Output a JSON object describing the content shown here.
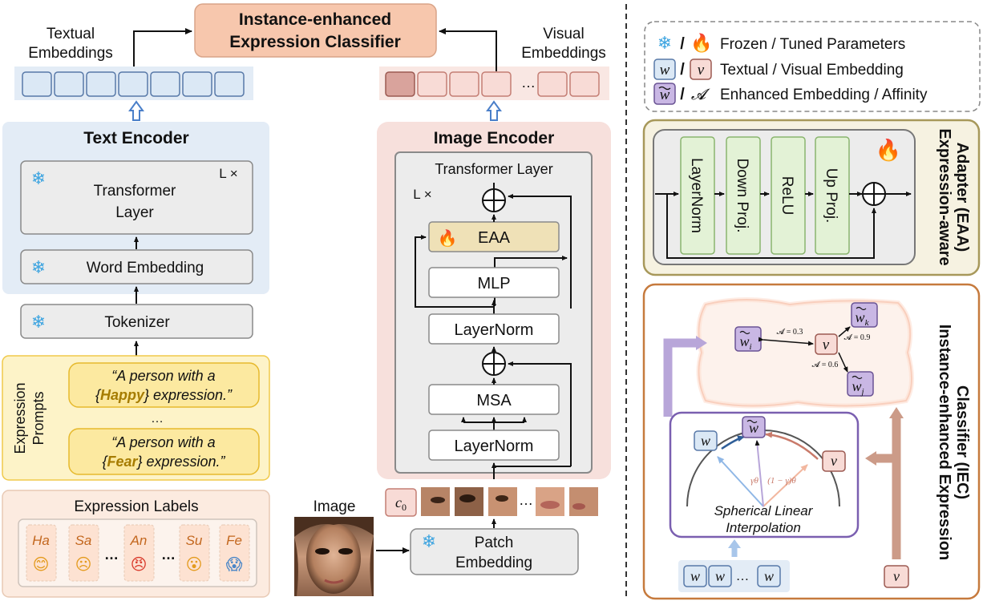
{
  "iec_title_line1": "Instance-enhanced",
  "iec_title_line2": "Expression Classifier",
  "textual_embeddings_line1": "Textual",
  "textual_embeddings_line2": "Embeddings",
  "visual_embeddings_line1": "Visual",
  "visual_embeddings_line2": "Embeddings",
  "text_encoder": {
    "title": "Text Encoder",
    "transformer_line1": "Transformer",
    "transformer_line2": "Layer",
    "repeat": "L ×",
    "word_embedding": "Word Embedding",
    "tokenizer": "Tokenizer"
  },
  "prompts": {
    "side_label_line1": "Expression",
    "side_label_line2": "Prompts",
    "p1_line1": "“A person with a",
    "p1_open": "{",
    "p1_word": "Happy",
    "p1_close": "} expression.”",
    "dots": "…",
    "p2_line1": "“A person with a",
    "p2_open": "{",
    "p2_word": "Fear",
    "p2_close": "} expression.”"
  },
  "labels": {
    "title": "Expression Labels",
    "items": [
      "Ha",
      "Sa",
      "An",
      "Su",
      "Fe"
    ],
    "emojis": [
      "😊",
      "☹",
      "😠",
      "😮",
      "😱"
    ],
    "dots": "…"
  },
  "image_encoder": {
    "title": "Image Encoder",
    "transformer_layer": "Transformer Layer",
    "repeat": "L ×",
    "eaa": "EAA",
    "mlp": "MLP",
    "layernorm1": "LayerNorm",
    "msa": "MSA",
    "layernorm2": "LayerNorm"
  },
  "image_label": "Image",
  "c0": "c",
  "c0_sub": "0",
  "patch_dots": "…",
  "visual_dots": "…",
  "patch_embedding_line1": "Patch",
  "patch_embedding_line2": "Embedding",
  "legend": {
    "frozen_tuned": "Frozen / Tuned Parameters",
    "w_symbol": "w",
    "v_symbol": "v",
    "textual_visual": "Textual / Visual Embedding",
    "a_symbol": "𝓐",
    "enhanced_affinity": "Enhanced Embedding / Affinity",
    "slash": "/"
  },
  "eaa_panel": {
    "side_line1": "Expression-aware",
    "side_line2": "Adapter (EAA)",
    "blocks": [
      "LayerNorm",
      "Down Proj.",
      "ReLU",
      "Up Proj."
    ]
  },
  "iec_panel": {
    "side_line1": "Instance-enhanced Expression",
    "side_line2": "Classifier (IEC)",
    "slerp_line1": "Spherical Linear",
    "slerp_line2": "Interpolation",
    "gamma_theta": "γθ",
    "one_minus_gamma_theta": "(1 − γ)θ",
    "w_i": "w",
    "w_i_sub": "i",
    "w_k": "w",
    "w_k_sub": "k",
    "w_j": "w",
    "w_j_sub": "j",
    "affinity_03": "𝓐 = 0.3",
    "affinity_09": "𝓐 = 0.9",
    "affinity_06": "𝓐 = 0.6",
    "bottom_dots": "…"
  },
  "colors": {
    "text_encoder_bg": "#e3ecf6",
    "image_encoder_bg": "#f7e0dc",
    "prompts_bg": "#fdf3c8",
    "prompts_border": "#f0c94a",
    "prompt_box_bg": "#fce9a0",
    "labels_bg": "#fcebe0",
    "iec_title_bg": "#f7c7ad",
    "eaa_fill": "#efe1b7",
    "adapter_block": "#e3f2d6",
    "adapter_block_border": "#8ab56e",
    "eaa_panel_border": "#a7985a",
    "iec_panel_border": "#c67a3d",
    "textual_cell": "#dbe8f5",
    "visual_cell": "#f8dbd6",
    "enhanced_w": "#c9b7e4",
    "arrow_blue": "#4a7fc9",
    "arrow_purple": "#b8a6d9",
    "arrow_brown": "#cc9b88"
  }
}
